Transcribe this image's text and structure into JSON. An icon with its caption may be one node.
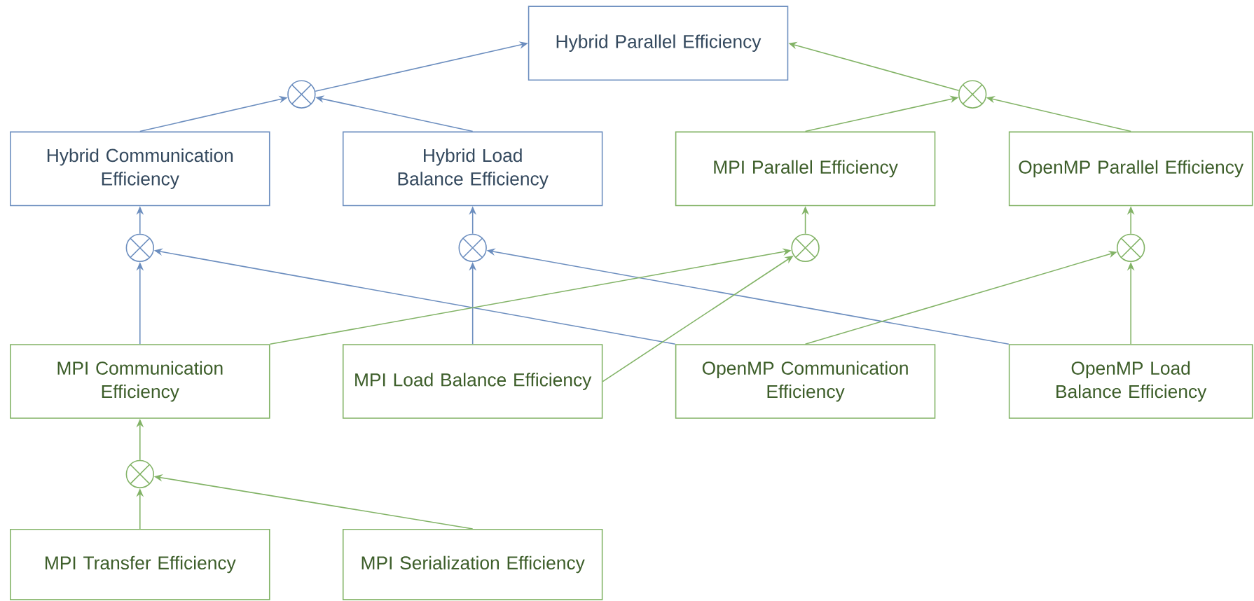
{
  "diagram": {
    "nodes": [
      {
        "text": [
          "Hybrid Parallel Efficiency"
        ]
      },
      {
        "text": [],
        "shape": "circle"
      },
      {
        "text": [],
        "shape": "circle"
      },
      {
        "text": [
          "Hybrid Communication Efficiency"
        ]
      },
      {
        "text": [
          "Hybrid Load Balance Efficiency"
        ]
      },
      {
        "text": [
          "MPI Parallel Efficiency"
        ]
      },
      {
        "text": [
          "OpenMP Parallel Efficiency"
        ]
      },
      {
        "text": [],
        "shape": "circle"
      },
      {
        "text": [],
        "shape": "circle"
      },
      {
        "text": [],
        "shape": "circle"
      },
      {
        "text": [],
        "shape": "circle"
      },
      {
        "text": [
          "MPI Communication Efficiency"
        ]
      },
      {
        "text": [
          "MPI Load Balance Efficiency"
        ]
      },
      {
        "text": [
          "OpenMP Communication Efficiency"
        ]
      },
      {
        "text": [
          "OpenMP Load Balance Efficiency"
        ]
      },
      {
        "text": [],
        "shape": "circle"
      },
      {
        "text": [
          "MPI Transfer Efficiency"
        ]
      },
      {
        "text": [
          "MPI Serialization Efficiency"
        ]
      }
    ],
    "edges": [
      {
        "from": 3,
        "to": 1,
        "arrow": "to",
        "color": "#6c8ebf"
      },
      {
        "from": 4,
        "to": 1,
        "arrow": "to",
        "color": "#6c8ebf"
      },
      {
        "from": 1,
        "to": 0,
        "arrow": "to",
        "color": "#6c8ebf"
      },
      {
        "from": 5,
        "to": 2,
        "arrow": "to"
      },
      {
        "from": 6,
        "to": 2,
        "arrow": "to"
      },
      {
        "from": 2,
        "to": 0,
        "arrow": "to"
      },
      {
        "from": 7,
        "to": 3,
        "arrow": "to",
        "color": "#6c8ebf"
      },
      {
        "from": 8,
        "to": 4,
        "arrow": "to",
        "color": "#6c8ebf"
      },
      {
        "from": 9,
        "to": 5,
        "arrow": "to"
      },
      {
        "from": 10,
        "to": 6,
        "arrow": "to"
      },
      {
        "from": 11,
        "to": 7,
        "arrow": "to",
        "color": "#6c8ebf"
      },
      {
        "from": 13,
        "to": 7,
        "arrow": "to",
        "color": "#6c8ebf"
      },
      {
        "from": 12,
        "to": 8,
        "arrow": "to",
        "color": "#6c8ebf"
      },
      {
        "from": 14,
        "to": 8,
        "arrow": "to",
        "color": "#6c8ebf"
      },
      {
        "from": 11,
        "to": 9,
        "arrow": "to"
      },
      {
        "from": 12,
        "to": 9,
        "arrow": "to"
      },
      {
        "from": 13,
        "to": 10,
        "arrow": "to"
      },
      {
        "from": 14,
        "to": 10,
        "arrow": "to"
      },
      {
        "from": 15,
        "to": 11,
        "arrow": "to"
      },
      {
        "from": 16,
        "to": 15,
        "arrow": "to"
      },
      {
        "from": 17,
        "to": 15,
        "arrow": "to"
      }
    ]
  }
}
